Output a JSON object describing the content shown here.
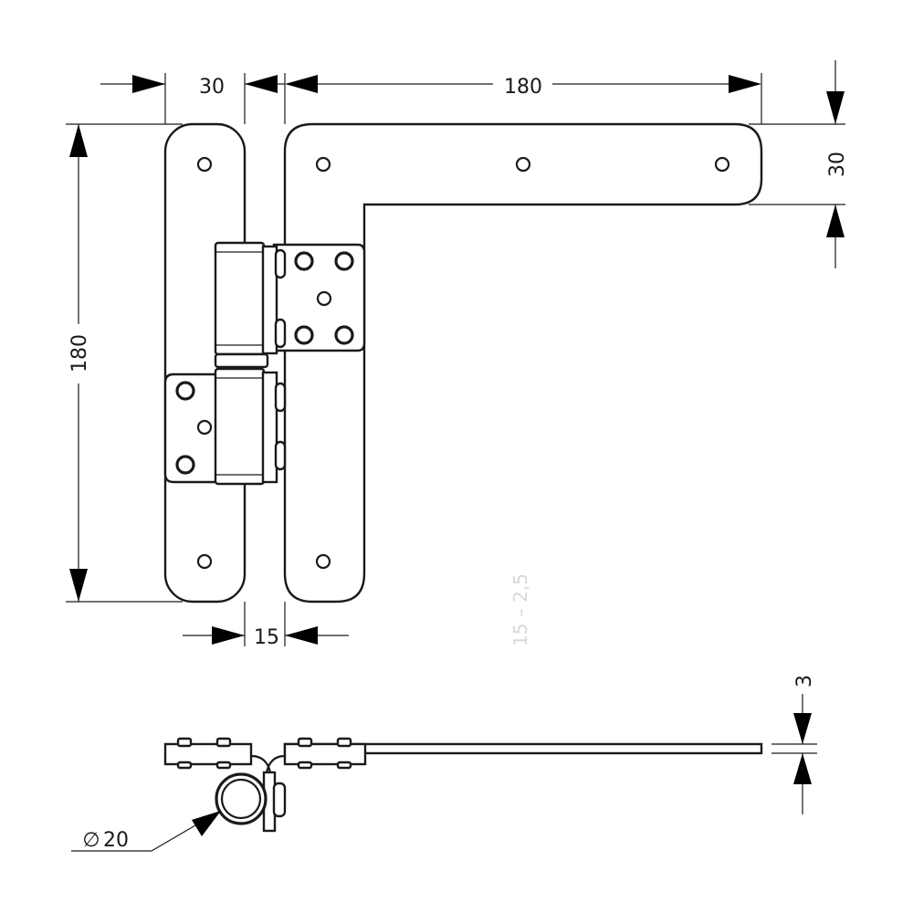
{
  "dimensions": {
    "leaf_width_small": "30",
    "leaf_length_long": "180",
    "leaf_height_vertical": "180",
    "leaf_width_side": "30",
    "gap": "15",
    "thickness": "3",
    "barrel_diameter": "20"
  },
  "faint_note": "15 – 2,5",
  "diameter_symbol": "∅"
}
